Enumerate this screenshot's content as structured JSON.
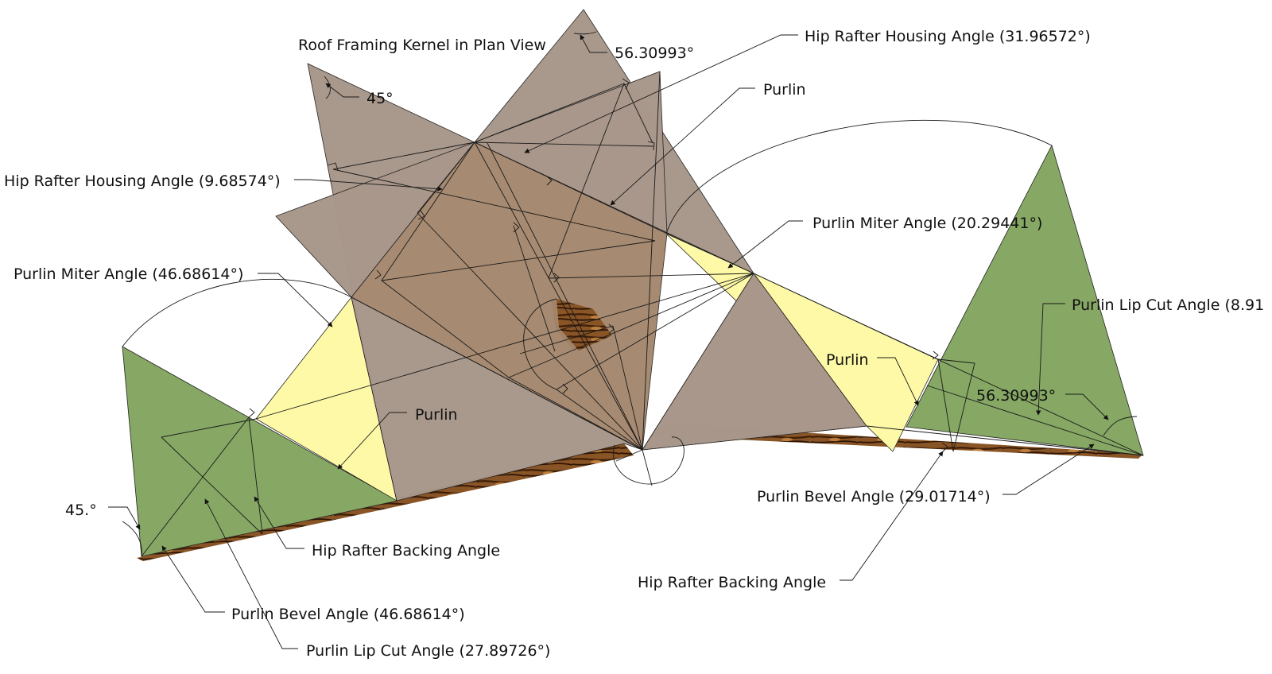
{
  "title": "Roof Framing Kernel in Plan View",
  "labels": {
    "hip_housing_top": "Hip Rafter Housing Angle (31.96572°)",
    "purlin_top": "Purlin",
    "hip_housing_left": "Hip Rafter Housing Angle (9.68574°)",
    "purlin_miter_right": "Purlin Miter Angle (20.29441°)",
    "purlin_miter_left": "Purlin Miter Angle (46.68614°)",
    "purlin_lip_right": "Purlin Lip Cut Angle (8.91",
    "purlin_right": "Purlin",
    "angle_right": "56.30993°",
    "purlin_left": "Purlin",
    "angle_left": "45.°",
    "hip_backing_left": "Hip Rafter Backing Angle",
    "purlin_bevel_right": "Purlin Bevel Angle (29.01714°)",
    "hip_backing_right": "Hip Rafter Backing Angle",
    "purlin_bevel_left": "Purlin Bevel Angle (46.68614°)",
    "purlin_lip_left": "Purlin Lip Cut Angle (27.89726°)",
    "angle_top": "56.30993°",
    "angle_top_left": "45°"
  },
  "colors": {
    "roof_brown": "#a8978a",
    "hip_brown": "#a3866c",
    "purlin_yellow": "#fdf9a6",
    "green": "#86a864",
    "wood": "#8b5a2b"
  }
}
